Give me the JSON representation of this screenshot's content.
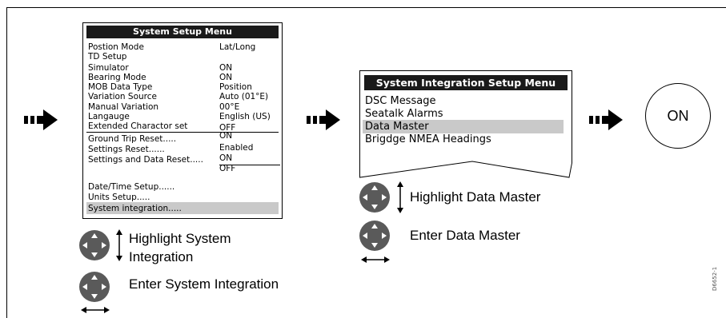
{
  "system_setup": {
    "title": "System Setup Menu",
    "rows": [
      {
        "label": "Postion Mode",
        "value": "Lat/Long"
      },
      {
        "label": "TD Setup",
        "value": ""
      },
      {
        "label": "Simulator",
        "value": "ON"
      },
      {
        "label": "Bearing Mode",
        "value": "ON"
      },
      {
        "label": "MOB Data Type",
        "value": "Position"
      },
      {
        "label": "Variation Source",
        "value": "Auto (01°E)"
      },
      {
        "label": "Manual Variation",
        "value": "00°E"
      },
      {
        "label": "Langauge",
        "value": "English (US)"
      },
      {
        "label": "Extended Charactor set",
        "value": "OFF"
      }
    ],
    "reset_rows": [
      {
        "label": "Ground Trip Reset.....",
        "value": "ON"
      },
      {
        "label": "Settings Reset......",
        "value": "Enabled"
      },
      {
        "label": "Settings and Data Reset.....",
        "value": "ON"
      },
      {
        "label": "",
        "value": "OFF"
      }
    ],
    "extra_rows": [
      "Date/Time Setup......",
      "Units Setup.....",
      "System integration....."
    ]
  },
  "integration": {
    "title": "System Integration Setup Menu",
    "items": [
      "DSC Message",
      "Seatalk Alarms",
      "Data Master",
      "Brigdge NMEA Headings"
    ]
  },
  "captions": {
    "highlight_system": "Highlight System",
    "integration": "Integration",
    "enter_system": "Enter System Integration",
    "highlight_data": "Highlight Data Master",
    "enter_data": "Enter Data Master"
  },
  "on_button": "ON",
  "figure_code": "D6652-1"
}
